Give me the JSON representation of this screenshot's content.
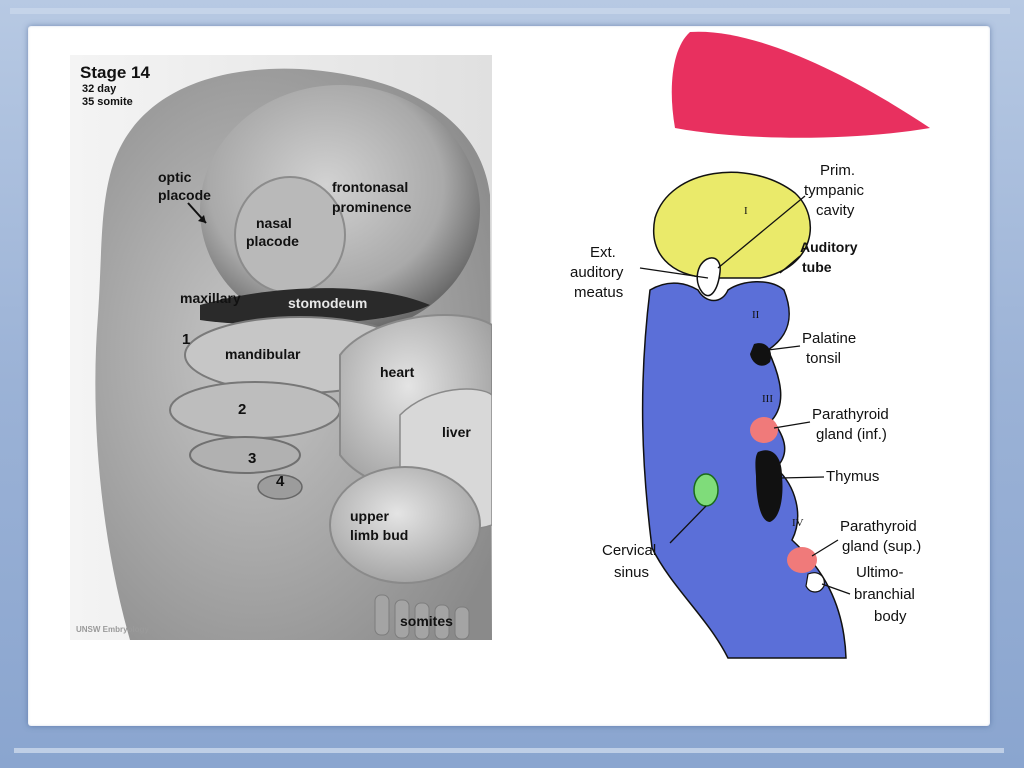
{
  "photo": {
    "stage_title": "Stage 14",
    "stage_day": "32 day",
    "stage_somite": "35 somite",
    "labels": {
      "optic_placode_line1": "optic",
      "optic_placode_line2": "placode",
      "nasal_placode_line1": "nasal",
      "nasal_placode_line2": "placode",
      "frontonasal_line1": "frontonasal",
      "frontonasal_line2": "prominence",
      "maxillary": "maxillary",
      "stomodeum": "stomodeum",
      "arch1": "1",
      "mandibular": "mandibular",
      "arch2": "2",
      "arch3": "3",
      "arch4": "4",
      "heart": "heart",
      "liver": "liver",
      "upper_limb_line1": "upper",
      "upper_limb_line2": "limb bud",
      "somites": "somites"
    },
    "credit": "UNSW Embryology"
  },
  "diagram": {
    "pouch_numerals": {
      "p1": "I",
      "p2": "II",
      "p3": "III",
      "p4": "IV"
    },
    "labels": {
      "prim_line1": "Prim.",
      "prim_line2": "tympanic",
      "prim_line3": "cavity",
      "ext_line1": "Ext.",
      "ext_line2": "auditory",
      "ext_line3": "meatus",
      "auditory_line1": "Auditory",
      "auditory_line2": "tube",
      "palatine_line1": "Palatine",
      "palatine_line2": "tonsil",
      "parathyroid_inf_line1": "Parathyroid",
      "parathyroid_inf_line2": "gland (inf.)",
      "thymus": "Thymus",
      "cervical_line1": "Cervical",
      "cervical_line2": "sinus",
      "parathyroid_sup_line1": "Parathyroid",
      "parathyroid_sup_line2": "gland (sup.)",
      "ultimo_line1": "Ultimo-",
      "ultimo_line2": "branchial",
      "ultimo_line3": "body"
    },
    "colors": {
      "top_structure": "#e8305f",
      "tympanic_cavity": "#eaea6a",
      "pharynx": "#5b6fd8",
      "cervical_sinus": "#7fdc7a",
      "parathyroid": "#f07a7a",
      "thymus": "#111111"
    }
  }
}
